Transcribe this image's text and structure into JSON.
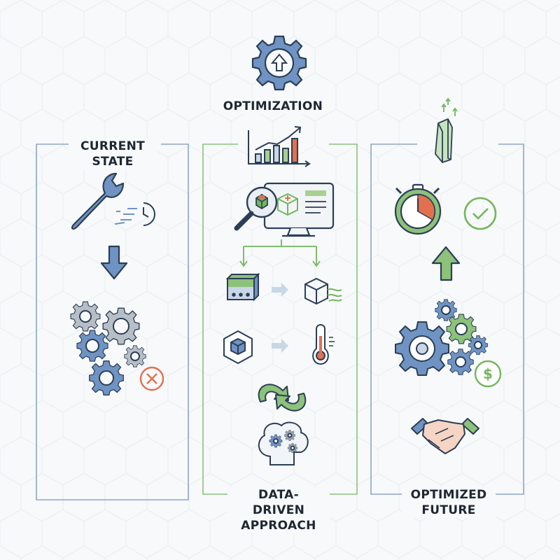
{
  "title": "OPTIMIZATION",
  "panels": [
    {
      "id": "current",
      "lines": [
        "CURRENT",
        "STATE"
      ]
    },
    {
      "id": "data",
      "lines": [
        "DATA-DRIVEN",
        "APPROACH"
      ]
    },
    {
      "id": "future",
      "lines": [
        "OPTIMIZED",
        "FUTURE"
      ]
    }
  ],
  "currency_symbol": "$",
  "colors": {
    "blue": "#6f93c2",
    "blue_dark": "#2c3e57",
    "green": "#74b65d",
    "orange": "#e2704e",
    "gray": "#9aa3ad",
    "light_blue": "#c9d6e6",
    "panel_border_blue": "#8ea6c8",
    "panel_border_green": "#8cc27a"
  },
  "icons": [
    "gear-up-arrow-icon",
    "bar-chart-growth-icon",
    "wrench-icon",
    "clock-icon",
    "down-arrow-icon",
    "gears-cluster-icon",
    "error-cross-icon",
    "magnifier-icon",
    "monitor-icon",
    "cube-icon",
    "thermometer-icon",
    "cycle-arrows-icon",
    "brain-gears-icon",
    "stopwatch-icon",
    "check-icon",
    "up-arrow-icon",
    "dollar-icon",
    "handshake-icon",
    "crystal-growth-icon"
  ]
}
